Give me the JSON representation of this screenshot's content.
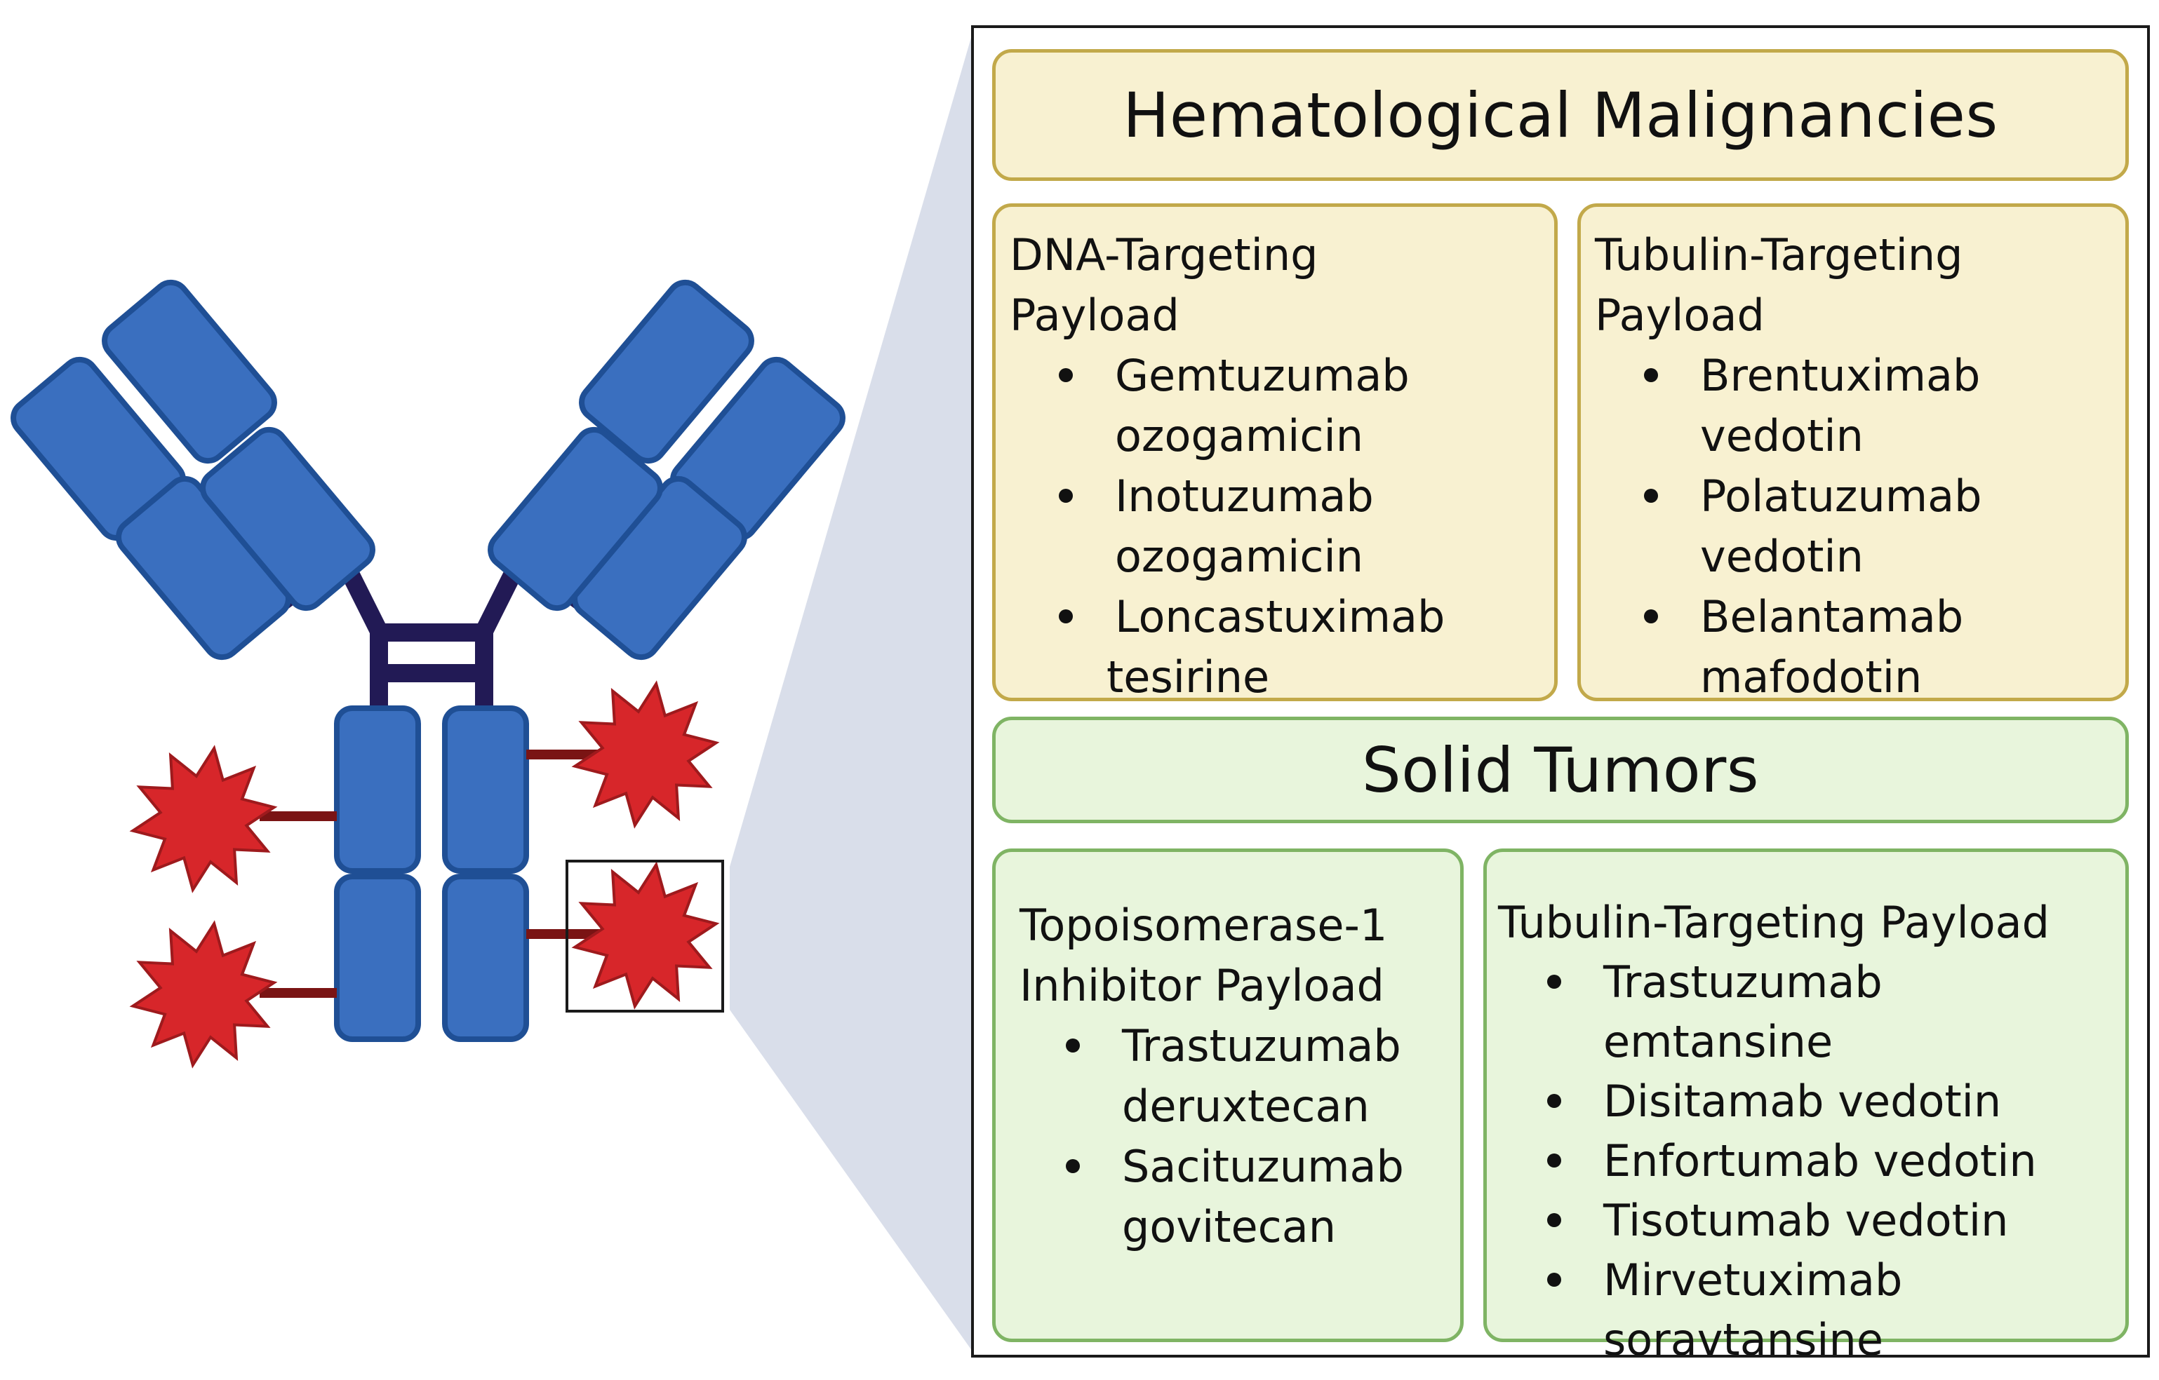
{
  "diagram": {
    "colors": {
      "domain": "#3a6fbf",
      "domain_stroke": "#1f4f95",
      "hinge": "#221a55",
      "payload": "#d7262a",
      "payload_stroke": "#9e1a1d",
      "linker": "#7a1414",
      "zoom_wedge": "#d9deea"
    },
    "icons": [
      "antibody-icon",
      "payload-star-icon"
    ]
  },
  "hematological": {
    "title": "Hematological Malignancies",
    "dna_card": {
      "title_line1": "DNA-Targeting",
      "title_line2": "Payload",
      "items": [
        {
          "line1": "Gemtuzumab",
          "line2": "ozogamicin"
        },
        {
          "line1": "Inotuzumab",
          "line2": "ozogamicin"
        },
        {
          "line1": "Loncastuximab",
          "line2": "tesirine"
        }
      ]
    },
    "tubulin_card": {
      "title_line1": "Tubulin-Targeting",
      "title_line2": "Payload",
      "items": [
        {
          "line1": "Brentuximab",
          "line2": "vedotin"
        },
        {
          "line1": "Polatuzumab",
          "line2": "vedotin"
        },
        {
          "line1": "Belantamab",
          "line2": "mafodotin"
        }
      ]
    }
  },
  "solid": {
    "title": "Solid Tumors",
    "topo_card": {
      "title_line1": "Topoisomerase-1",
      "title_line2": "Inhibitor Payload",
      "items": [
        {
          "line1": "Trastuzumab",
          "line2": "deruxtecan"
        },
        {
          "line1": "Sacituzumab",
          "line2": "govitecan"
        }
      ]
    },
    "tubulin_card": {
      "title": "Tubulin-Targeting Payload",
      "items": [
        "Trastuzumab emtansine",
        "Disitamab vedotin",
        "Enfortumab vedotin",
        "Tisotumab vedotin",
        "Mirvetuximab",
        "soravtansine"
      ]
    }
  }
}
